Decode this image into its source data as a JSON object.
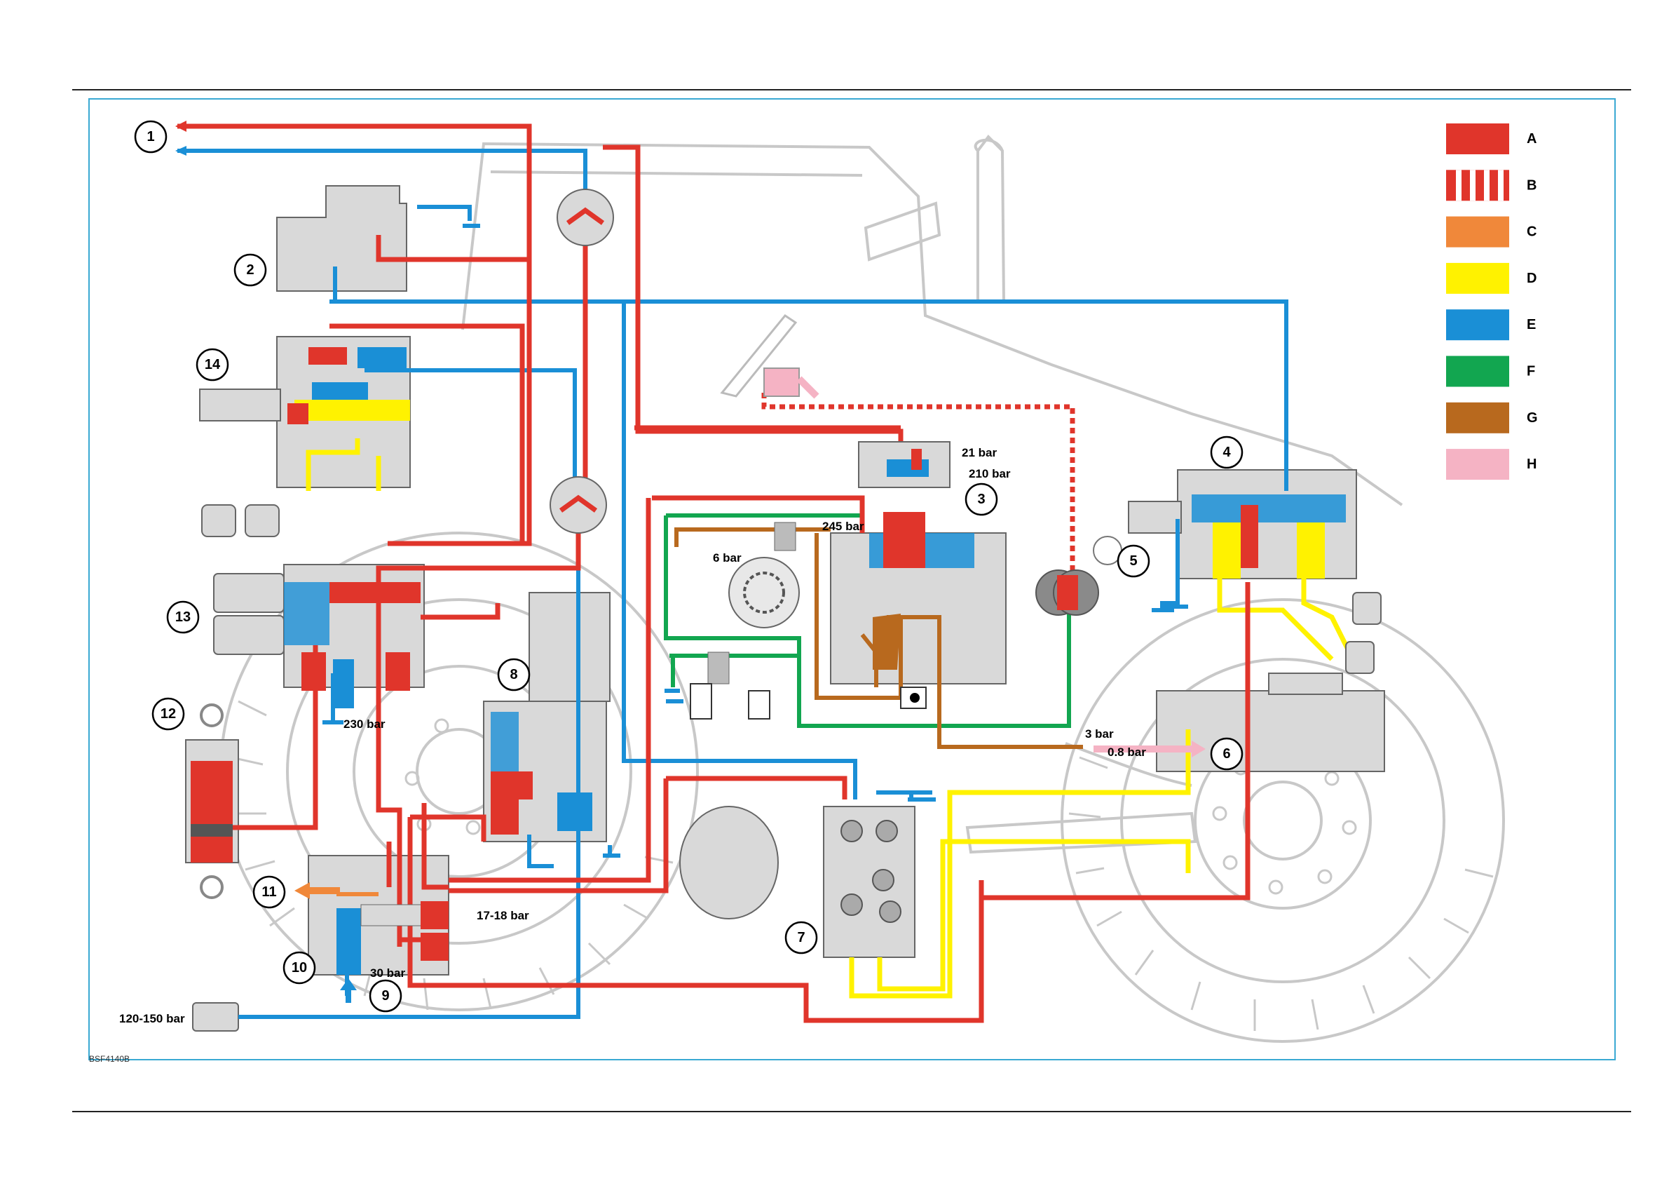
{
  "colors": {
    "A": "#e0352b",
    "B": "#e0352b",
    "C": "#f0883a",
    "D": "#fff200",
    "E": "#1a8fd6",
    "F": "#12a650",
    "G": "#b8691e",
    "H": "#f5b3c4",
    "frame": "#3aa9d3",
    "outline": "#c8c8c8",
    "component": "#d9d9d9"
  },
  "legend": [
    {
      "key": "A",
      "label": "A",
      "pattern": "solid"
    },
    {
      "key": "B",
      "label": "B",
      "pattern": "striped"
    },
    {
      "key": "C",
      "label": "C",
      "pattern": "solid"
    },
    {
      "key": "D",
      "label": "D",
      "pattern": "solid"
    },
    {
      "key": "E",
      "label": "E",
      "pattern": "solid"
    },
    {
      "key": "F",
      "label": "F",
      "pattern": "solid"
    },
    {
      "key": "G",
      "label": "G",
      "pattern": "solid"
    },
    {
      "key": "H",
      "label": "H",
      "pattern": "solid"
    }
  ],
  "callouts": [
    "1",
    "2",
    "3",
    "4",
    "5",
    "6",
    "7",
    "8",
    "9",
    "10",
    "11",
    "12",
    "13",
    "14"
  ],
  "pressures": {
    "p21": "21 bar",
    "p210": "210 bar",
    "p245": "245 bar",
    "p6": "6 bar",
    "p230": "230 bar",
    "p3": "3 bar",
    "p08": "0.8 bar",
    "p1718": "17-18 bar",
    "p30": "30 bar",
    "p120": "120-150 bar"
  },
  "figure_code": "BSF4140B"
}
